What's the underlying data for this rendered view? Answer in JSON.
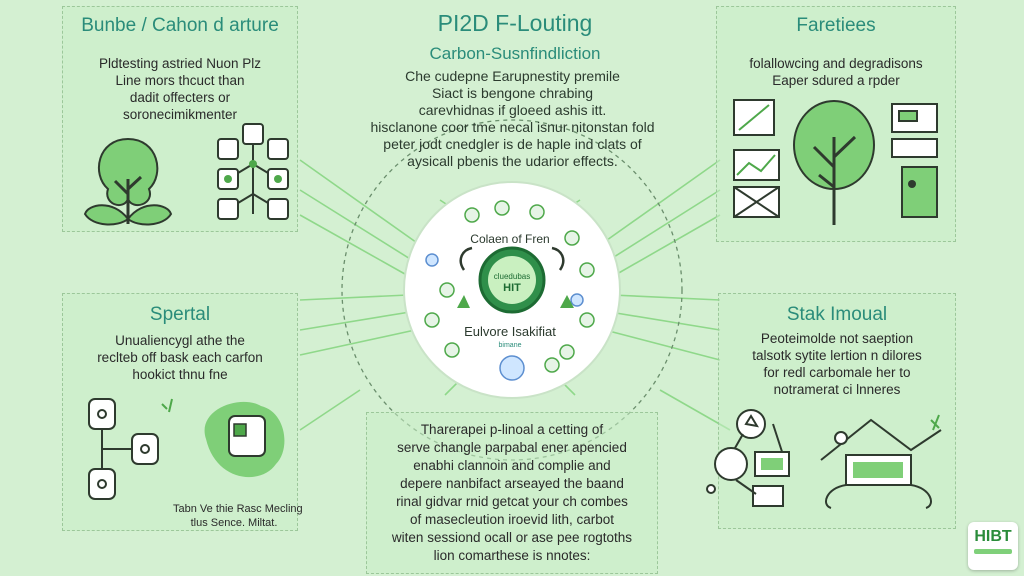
{
  "header": {
    "title": "PI2D F-Louting",
    "subtitle": "Carbon-Susnfindliction",
    "intro_lines": [
      "Che cudepne Earupnestity premile",
      "Siact is bengone chrabing",
      "carevhidnas if gloeed ashis itt.",
      "hisclanone coor tme necal isnur nitonstan fold",
      "peter jodt cnedgler is de haple ind clats of",
      "aysicall pbenis the udarior effects."
    ]
  },
  "panels": {
    "top_left": {
      "title": "Bunbe / Cahon d arture",
      "lines": [
        "Pldtesting astried Nuon Plz",
        "Line mors thcuct than",
        "dadit offecters or",
        "soronecimikmenter"
      ]
    },
    "top_right": {
      "title": "Faretiees",
      "lines": [
        "folallowcing and degradisons",
        "Eaper sdured a rpder"
      ]
    },
    "mid_left": {
      "title": "Spertal",
      "lines": [
        "Unualiencygl athe the",
        "reclteb off bask each carfon",
        "hookict thnu fne"
      ],
      "caption_lines": [
        "Tabn Ve thie Rasc Mecling",
        "tlus Sence. Miltat."
      ]
    },
    "mid_right": {
      "title": "Stak Imoual",
      "lines": [
        "Peoteimolde not saeption",
        "talsotk sytite lertion n dilores",
        "for redl carbomale her to",
        "notramerat ci lnneres"
      ]
    },
    "bottom_center": {
      "lines": [
        "Tharerapei p-linoal a cetting of",
        "serve changle parpabal ener apencied",
        "enabhi clannoin and complie and",
        "depere nanbifact arseayed the baand",
        "rinal gidvar rnid getcat your ch combes",
        "of masecleution iroevid lith, carbot",
        "witen sessiond ocall or ase pee rogtoths",
        "lion comarthese is nnotes:"
      ]
    }
  },
  "hub": {
    "top_label": "Colaen of Fren",
    "center_text_1": "cluedubas",
    "center_text_2": "HIT",
    "bottom_label": "Eulvore Isakifiat",
    "bottom_small": "bimane"
  },
  "badge": {
    "text": "HIBT"
  },
  "colors": {
    "accent": "#2a8c7a",
    "leaf": "#4ea84a",
    "panel_border": "#9cc79a",
    "background": "#d4f0d2"
  }
}
